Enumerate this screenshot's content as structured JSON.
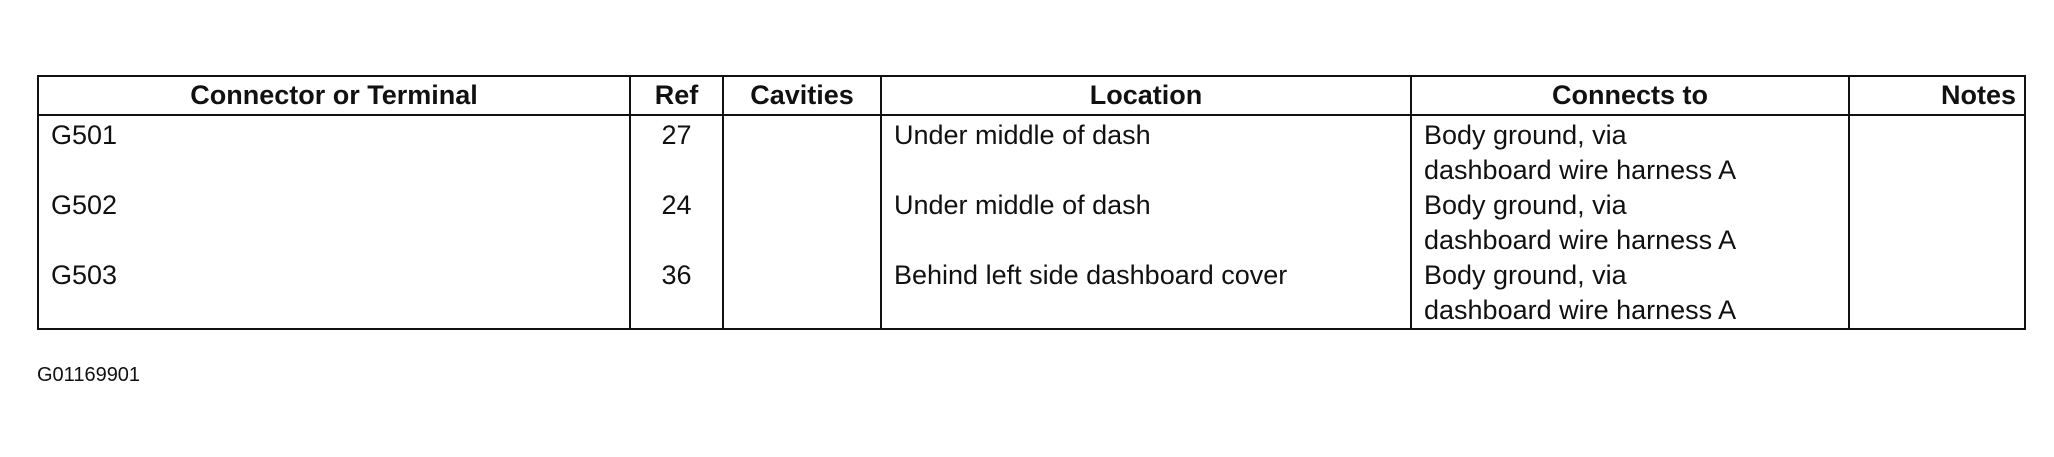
{
  "table": {
    "headers": {
      "connector": "Connector or Terminal",
      "ref": "Ref",
      "cavities": "Cavities",
      "location": "Location",
      "connects_to": "Connects to",
      "notes": "Notes"
    },
    "rows": [
      {
        "connector": "G501",
        "ref": "27",
        "cavities": "",
        "location": "Under middle of dash",
        "connects_to": "Body ground, via\ndashboard wire harness A",
        "notes": ""
      },
      {
        "connector": "G502",
        "ref": "24",
        "cavities": "",
        "location": "Under middle of dash",
        "connects_to": "Body ground, via\ndashboard wire harness A",
        "notes": ""
      },
      {
        "connector": "G503",
        "ref": "36",
        "cavities": "",
        "location": "Behind left side dashboard cover",
        "connects_to": "Body ground, via\ndashboard wire harness A",
        "notes": ""
      }
    ]
  },
  "figure_id": "G01169901"
}
